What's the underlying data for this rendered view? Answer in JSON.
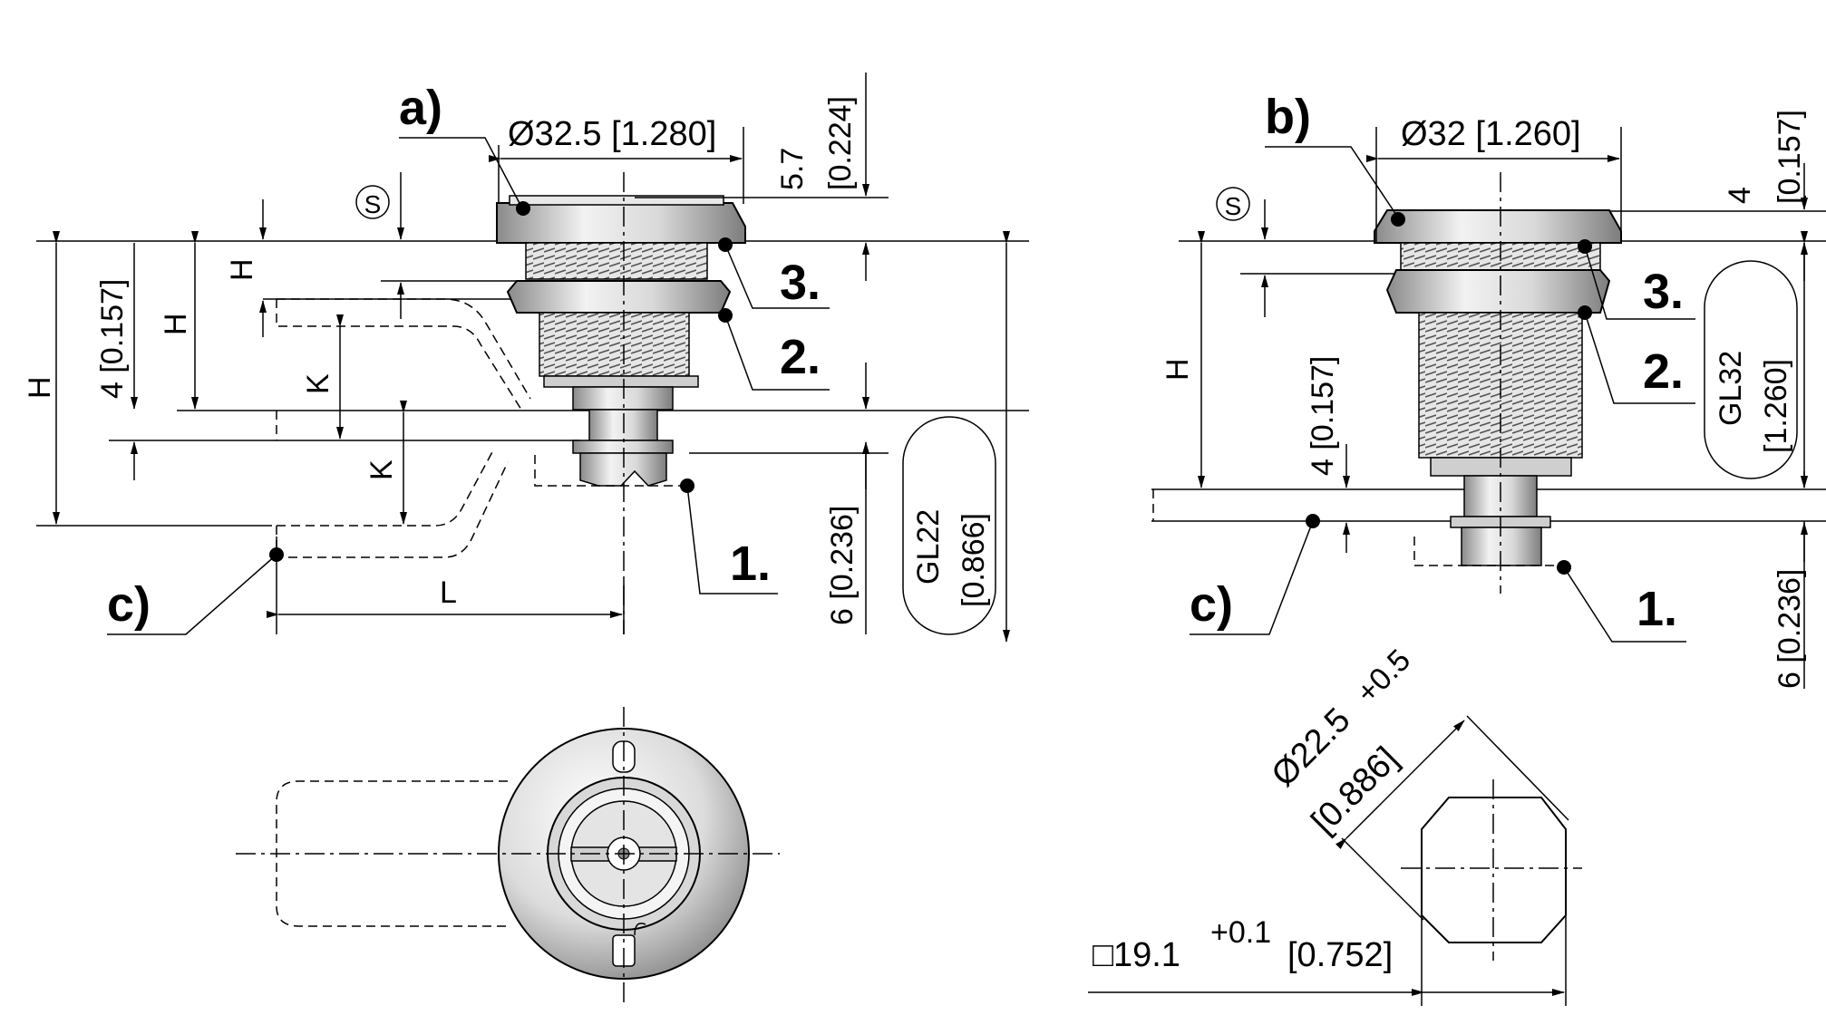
{
  "view_a": {
    "label": "a)",
    "diameter": "Ø32.5 [1.280]",
    "dim_top_mm": "5.7",
    "dim_top_in": "[0.224]",
    "symbol": "S",
    "h1": "H",
    "h2": "H",
    "h3": "H",
    "dim_4": "4 [0.157]",
    "k1": "K",
    "k2": "K",
    "l": "L",
    "dim_6": "6 [0.236]",
    "gl_size": "GL22",
    "gl_in": "[0.866]",
    "callout_1": "1.",
    "callout_2": "2.",
    "callout_3": "3.",
    "c_label": "c)"
  },
  "view_b": {
    "label": "b)",
    "diameter": "Ø32 [1.260]",
    "dim_top_mm": "4",
    "dim_top_in": "[0.157]",
    "symbol": "S",
    "h": "H",
    "dim_4": "4 [0.157]",
    "dim_6": "6 [0.236]",
    "gl_size": "GL32",
    "gl_in": "[1.260]",
    "callout_1": "1.",
    "callout_2": "2.",
    "callout_3": "3.",
    "c_label": "c)"
  },
  "cutout": {
    "diameter": "Ø22.5",
    "tolerance_d": "+0.5",
    "diameter_in": "[0.886]",
    "square": "□19.1",
    "tolerance_s": "+0.1",
    "square_in": "[0.752]"
  }
}
